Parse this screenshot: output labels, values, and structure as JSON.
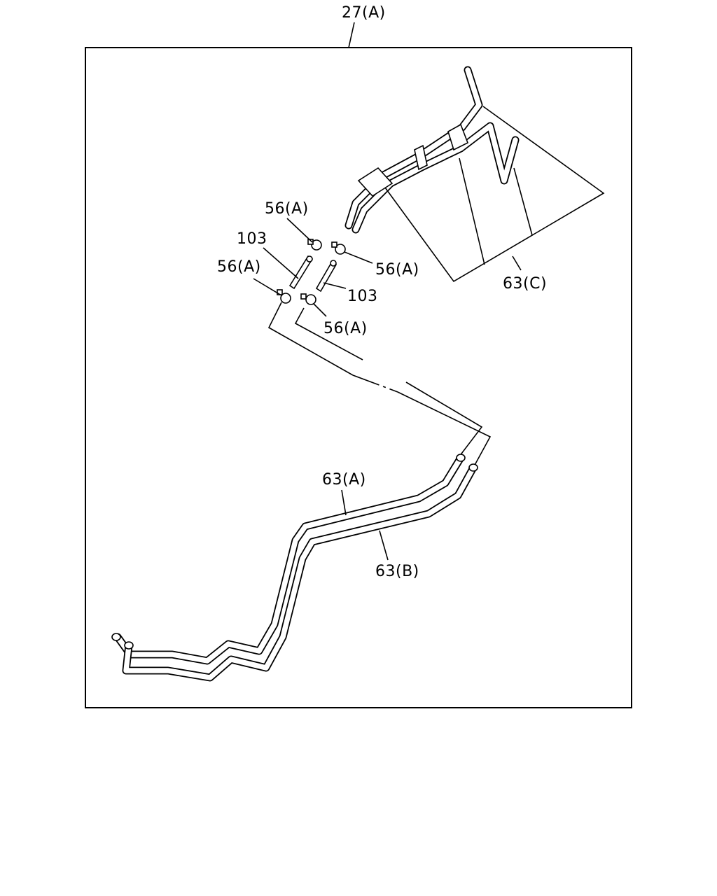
{
  "diagram": {
    "assembly_label": "27(A)",
    "callouts": {
      "pipe_upper": "63(C)",
      "pipe_a": "63(A)",
      "pipe_b": "63(B)",
      "clip_top_left": "56(A)",
      "clip_top_right": "56(A)",
      "clip_mid_left": "56(A)",
      "clip_bottom_right": "56(A)",
      "connector_left": "103",
      "connector_right": "103"
    }
  }
}
